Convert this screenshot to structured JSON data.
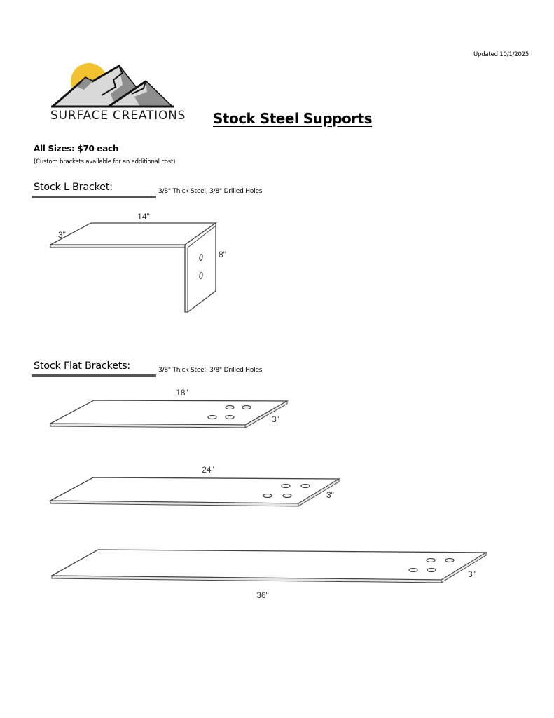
{
  "header": {
    "updated": "Updated 10/1/2025",
    "logo": {
      "brand_name_first": "Surface",
      "brand_name_second": "Creations",
      "colors": {
        "sun": "#F2C230",
        "mountain_dark": "#8E8E8E",
        "mountain_light": "#D9D9D9",
        "outline": "#111111"
      }
    },
    "title": "Stock Steel Supports"
  },
  "pricing": {
    "headline": "All Sizes: $70 each",
    "note": "(Custom brackets available for an additional cost)"
  },
  "sections": [
    {
      "title": "Stock L Bracket:",
      "spec": "3/8\" Thick Steel, 3/8\" Drilled Holes",
      "diagrams": [
        {
          "type": "l-bracket",
          "length": "14\"",
          "width": "3\"",
          "height": "8\"",
          "holes": 2
        }
      ]
    },
    {
      "title": "Stock Flat Brackets:",
      "spec": "3/8\" Thick Steel, 3/8\" Drilled Holes",
      "diagrams": [
        {
          "type": "flat-bracket",
          "length": "18\"",
          "width": "3\"",
          "holes": 4
        },
        {
          "type": "flat-bracket",
          "length": "24\"",
          "width": "3\"",
          "holes": 4
        },
        {
          "type": "flat-bracket",
          "length": "36\"",
          "width": "3\"",
          "holes": 4
        }
      ]
    }
  ]
}
